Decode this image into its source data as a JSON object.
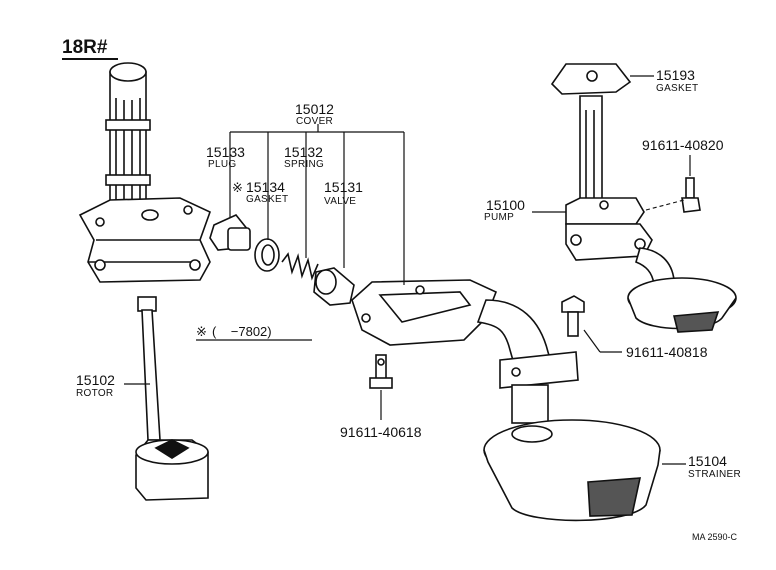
{
  "diagram": {
    "model_label": "18R#",
    "footer_code": "MA 2590-C",
    "note": {
      "symbol": "※",
      "text": "(    −7802)"
    },
    "parts": [
      {
        "key": "cover",
        "number": "15012",
        "name": "COVER"
      },
      {
        "key": "plug",
        "number": "15133",
        "name": "PLUG"
      },
      {
        "key": "spring",
        "number": "15132",
        "name": "SPRING"
      },
      {
        "key": "gasket_small",
        "number": "15134",
        "name": "GASKET",
        "marker": "※"
      },
      {
        "key": "valve",
        "number": "15131",
        "name": "VALVE"
      },
      {
        "key": "gasket_top",
        "number": "15193",
        "name": "GASKET"
      },
      {
        "key": "bolt_upper",
        "number": "91611-40820",
        "name": ""
      },
      {
        "key": "pump",
        "number": "15100",
        "name": "PUMP"
      },
      {
        "key": "rotor",
        "number": "15102",
        "name": "ROTOR"
      },
      {
        "key": "bolt_lower",
        "number": "91611-40618",
        "name": ""
      },
      {
        "key": "bolt_mid",
        "number": "91611-40818",
        "name": ""
      },
      {
        "key": "strainer",
        "number": "15104",
        "name": "STRAINER"
      }
    ]
  }
}
